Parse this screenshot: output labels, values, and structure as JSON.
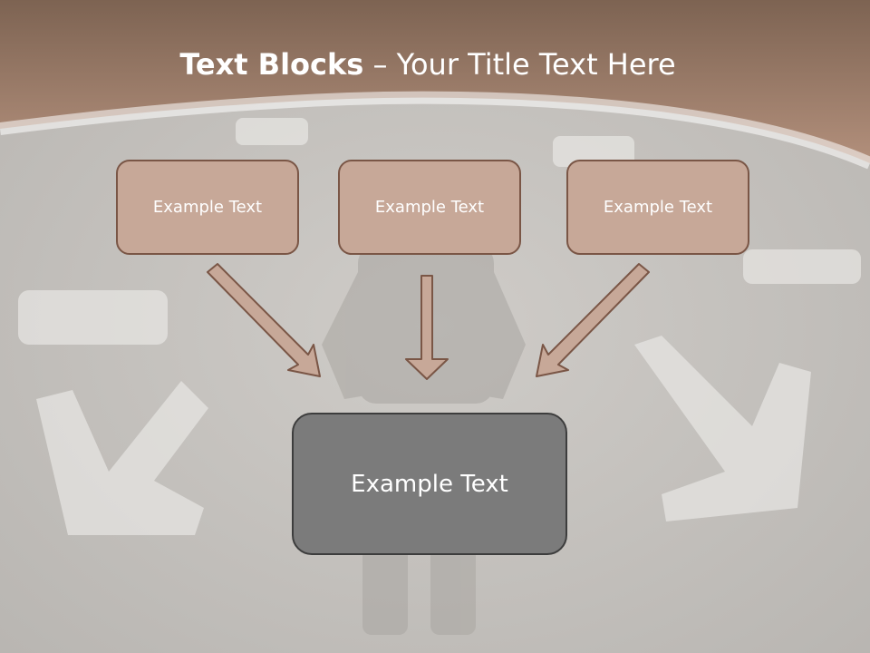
{
  "title": {
    "bold": "Text Blocks",
    "dash": " – ",
    "rest": "Your Title Text Here"
  },
  "boxes": {
    "left": "Example Text",
    "middle": "Example Text",
    "right": "Example Text",
    "bottom": "Example Text"
  },
  "colors": {
    "header": "#a47c66",
    "box_fill": "#c7a898",
    "box_border": "#7a5646",
    "main_fill": "#7b7b7b",
    "main_border": "#3d3d3d",
    "arrow_fill": "#c7a898"
  }
}
